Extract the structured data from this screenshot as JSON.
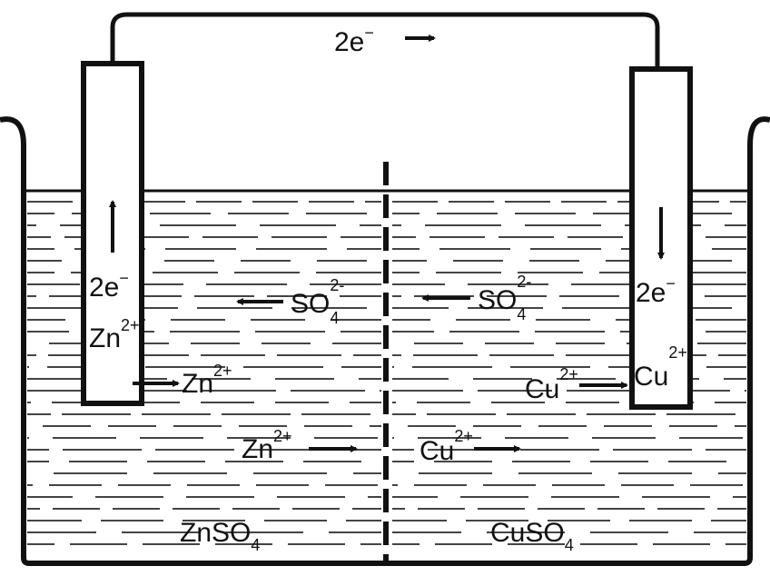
{
  "colors": {
    "ink": "#111111",
    "background": "#ffffff",
    "liquid_lines": "#444444"
  },
  "circuit": {
    "electron_label": "2e",
    "electron_charge": "−"
  },
  "left_electrode": {
    "electron_label": "2e",
    "electron_charge": "−",
    "ion_label": "Zn",
    "ion_charge": "2+"
  },
  "right_electrode": {
    "electron_label": "2e",
    "electron_charge": "−",
    "ion_label": "Cu",
    "ion_charge": "2+"
  },
  "left_half": {
    "sulfate_label": "SO",
    "sulfate_sub": "4",
    "sulfate_charge": "2-",
    "zn_out_label": "Zn",
    "zn_out_charge": "2+",
    "zn_migrate_label": "Zn",
    "zn_migrate_charge": "2+",
    "solution_label": "ZnSO",
    "solution_sub": "4"
  },
  "right_half": {
    "sulfate_label": "SO",
    "sulfate_sub": "4",
    "sulfate_charge": "2-",
    "cu_in_label": "Cu",
    "cu_in_charge": "2+",
    "cu_migrate_label": "Cu",
    "cu_migrate_charge": "2+",
    "solution_label": "CuSO",
    "solution_sub": "4"
  }
}
